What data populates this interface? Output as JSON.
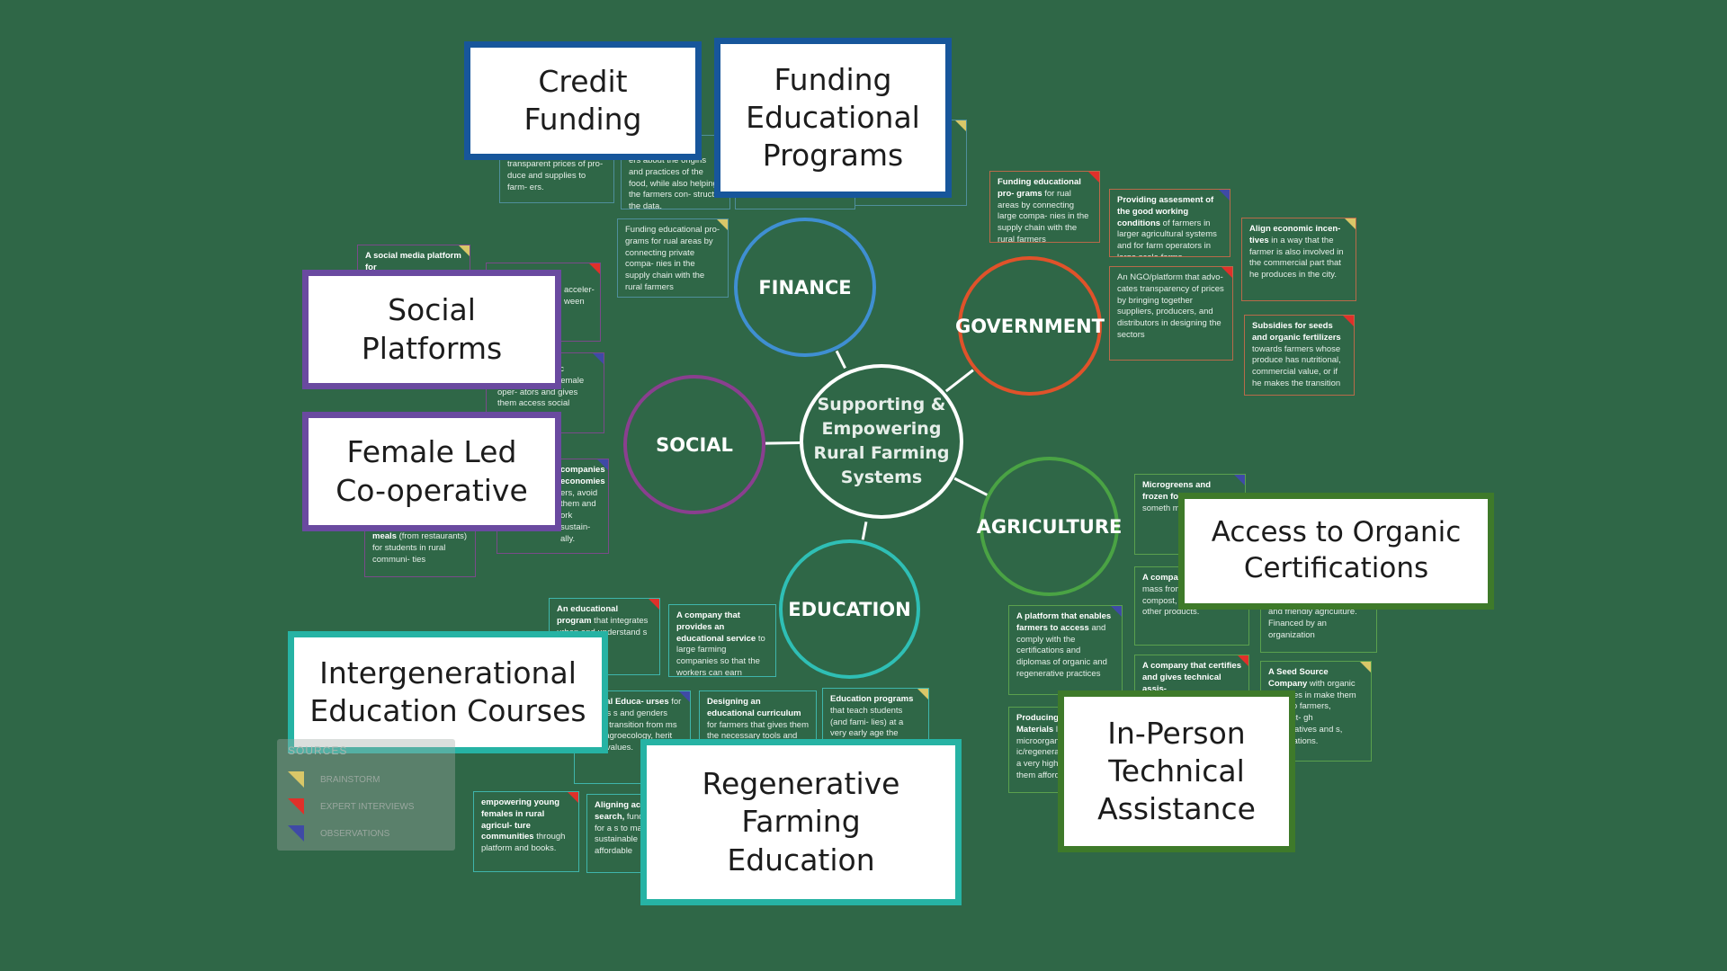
{
  "center": {
    "label_lines": [
      "Supporting &",
      "Empowering",
      "Rural Farming",
      "Systems"
    ],
    "color": "#ffffff"
  },
  "categories": [
    {
      "id": "finance",
      "label": "FINANCE",
      "color": "#3f8fd2"
    },
    {
      "id": "government",
      "label": "GOVERNMENT",
      "color": "#e0522a"
    },
    {
      "id": "social",
      "label": "SOCIAL",
      "color": "#8a3f8f"
    },
    {
      "id": "agriculture",
      "label": "AGRICULTURE",
      "color": "#4aa344"
    },
    {
      "id": "education",
      "label": "EDUCATION",
      "color": "#2fbfb5"
    }
  ],
  "cards": [
    {
      "id": "credit-funding",
      "lines": [
        "Credit",
        "Funding"
      ],
      "color": "#17569b"
    },
    {
      "id": "funding-educational-programs",
      "lines": [
        "Funding",
        "Educational",
        "Programs"
      ],
      "color": "#17569b"
    },
    {
      "id": "social-platforms",
      "lines": [
        "Social",
        "Platforms"
      ],
      "color": "#6a4aa0"
    },
    {
      "id": "female-led-co-operative",
      "lines": [
        "Female Led",
        "Co-operative"
      ],
      "color": "#6a4aa0"
    },
    {
      "id": "access-to-organic-certifications",
      "lines": [
        "Access to Organic",
        "Certifications"
      ],
      "color": "#3e7a2a"
    },
    {
      "id": "in-person-technical-assistance",
      "lines": [
        "In-Person",
        "Technical",
        "Assistance"
      ],
      "color": "#3e7a2a"
    },
    {
      "id": "intergenerational-education-courses",
      "lines": [
        "Intergenerational",
        "Education Courses"
      ],
      "color": "#26b3a4"
    },
    {
      "id": "regenerative-farming-education",
      "lines": [
        "Regenerative",
        "Farming",
        "Education"
      ],
      "color": "#26b3a4"
    }
  ],
  "notes": [
    {
      "id": "n1",
      "color": "#4f8f9b",
      "flag": "y",
      "bold": "",
      "text": "transparent prices of pro- duce and supplies to farm- ers."
    },
    {
      "id": "n2",
      "color": "#4f8f9b",
      "flag": "y",
      "bold": "",
      "text": "ers about the origins and practices of the food, while also helping the farmers con- struct the data."
    },
    {
      "id": "n3",
      "color": "#4f8f9b",
      "flag": "y",
      "bold": "",
      "text": "Funding educational pro- grams for rual areas by connecting private compa- nies in the supply chain with the rural farmers"
    },
    {
      "id": "n4",
      "color": "#b86a4a",
      "flag": "r",
      "bold": "Funding educational pro- grams",
      "text": " for rual areas by connecting large compa- nies in the supply chain with the rural farmers"
    },
    {
      "id": "n5",
      "color": "#b86a4a",
      "flag": "b",
      "bold": "Providing assesment of the good working conditions",
      "text": " of farmers in larger agricultural systems and for farm operators in large scale farms."
    },
    {
      "id": "n6",
      "color": "#b86a4a",
      "flag": "y",
      "bold": "Align economic incen- tives",
      "text": " in a way that the farmer is also involved in the commercial part that he produces in the city."
    },
    {
      "id": "n7",
      "color": "#b86a4a",
      "flag": "r",
      "bold": "",
      "text": "An NGO/platform that advo- cates transparency of prices by bringing together suppliers, producers, and distributors in designing the sectors"
    },
    {
      "id": "n8",
      "color": "#b86a4a",
      "flag": "r",
      "bold": "Subsidies for seeds and organic fertilizers",
      "text": " towards farmers whose produce has nutritional, commercial value, or if he makes the transition"
    },
    {
      "id": "n9",
      "color": "#7a4a8a",
      "flag": "y",
      "bold": "A social media platform for",
      "text": ""
    },
    {
      "id": "n10",
      "color": "#7a4a8a",
      "flag": "r",
      "bold": "",
      "text": "acceler- ween"
    },
    {
      "id": "n11",
      "color": "#7a4a8a",
      "flag": "b",
      "bold": "erative",
      "text": " economic development of female oper- ators and gives them access social"
    },
    {
      "id": "n12",
      "color": "#7a4a8a",
      "flag": "b",
      "bold": "companies economies",
      "text": " ers, avoid them and ork sustain- ally."
    },
    {
      "id": "n13",
      "color": "#7a4a8a",
      "flag": "",
      "bold": "meals",
      "text": " (from restaurants) for students in rural communi- ties"
    },
    {
      "id": "n14",
      "color": "#5aa04e",
      "flag": "b",
      "bold": "Microgreens and frozen foods",
      "text": " are a and someth market real now"
    },
    {
      "id": "n15",
      "color": "#5aa04e",
      "flag": "",
      "bold": "A company post harve",
      "text": " mass from convert into compost, energy, and other products."
    },
    {
      "id": "n16",
      "color": "#5aa04e",
      "flag": "b",
      "bold": "A platform that enables farmers to access",
      "text": " and comply with the certifications and diplomas of organic and regenerative practices"
    },
    {
      "id": "n17",
      "color": "#5aa04e",
      "flag": "r",
      "bold": "A company that certifies and gives technical assis-",
      "text": ""
    },
    {
      "id": "n18",
      "color": "#5aa04e",
      "flag": "",
      "bold": "Producing a Materials",
      "text": " lik microorganis ic/regenerati a very high c them afford"
    },
    {
      "id": "n19",
      "color": "#5aa04e",
      "flag": "",
      "bold": "",
      "text": "and friendly agriculture. Financed by an organization"
    },
    {
      "id": "n20",
      "color": "#5aa04e",
      "flag": "y",
      "bold": "A Seed Source Company",
      "text": " with organic practices in make them more to farmers, connect- gh cooperatives and s, certifications."
    },
    {
      "id": "n21",
      "color": "#3fb5ab",
      "flag": "r",
      "bold": "An educational program",
      "text": " that integrates urban and understand s and e food"
    },
    {
      "id": "n22",
      "color": "#3fb5ab",
      "flag": "",
      "bold": "A company that provides an educational service",
      "text": " to large farming companies so that the workers can earn diplomas and graduate"
    },
    {
      "id": "n23",
      "color": "#3fb5ab",
      "flag": "b",
      "bold": "rational Educa- urses",
      "text": " for farmers s and genders farmer transition from ms focus agroecology, herit social values."
    },
    {
      "id": "n24",
      "color": "#3fb5ab",
      "flag": "",
      "bold": "Designing an educational curriculum",
      "text": " for farmers that gives them the necessary tools and opportunities of"
    },
    {
      "id": "n25",
      "color": "#3fb5ab",
      "flag": "y",
      "bold": "Education programs",
      "text": " that teach students (and fami- lies) at a very early age the importance of soil regen"
    },
    {
      "id": "n26",
      "color": "#3fb5ab",
      "flag": "r",
      "bold": "empowering young females in rural agricul- ture communities",
      "text": " through platform and books."
    },
    {
      "id": "n27",
      "color": "#3fb5ab",
      "flag": "",
      "bold": "Aligning acad search,",
      "text": " fundi farmers for a s to make the o sustainable sa affordable"
    }
  ],
  "legend": {
    "title": "SOURCES",
    "items": [
      {
        "label": "BRAINSTORM",
        "color": "#d9c768"
      },
      {
        "label": "EXPERT INTERVIEWS",
        "color": "#e0302a"
      },
      {
        "label": "OBSERVATIONS",
        "color": "#3f4aa6"
      }
    ]
  }
}
